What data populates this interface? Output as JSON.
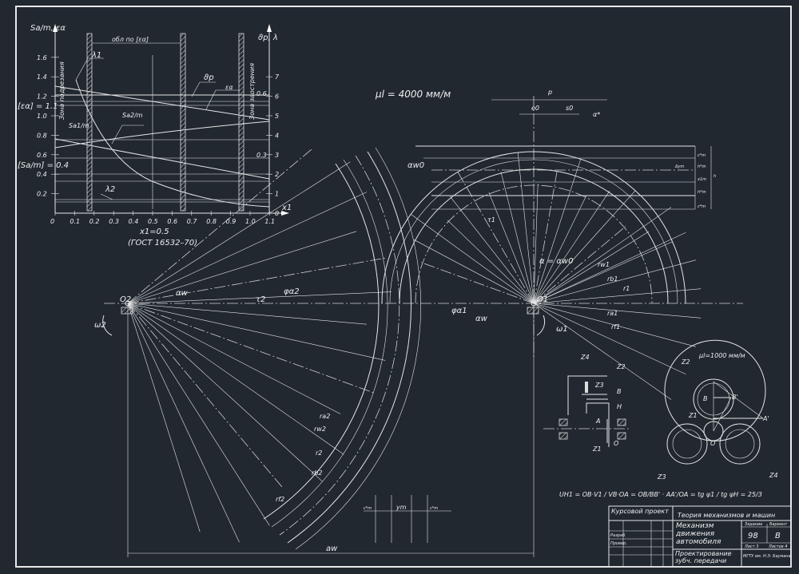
{
  "chart": {
    "y_left_label": "Sa/m, εα",
    "y_right_label": "ϑр, λ",
    "x_label": "x1",
    "y_ticks": [
      "0.2",
      "0.4",
      "0.6",
      "0.8",
      "1.0",
      "1.2",
      "1.4",
      "1.6"
    ],
    "x_ticks": [
      "0",
      "0.1",
      "0.2",
      "0.3",
      "0.4",
      "0.5",
      "0.6",
      "0.7",
      "0.8",
      "0.9",
      "1.0",
      "1.1"
    ],
    "right_ticks": [
      "0",
      "1",
      "2",
      "3",
      "4",
      "5",
      "6",
      "7"
    ],
    "right_extra": [
      "0.6",
      "0.3"
    ],
    "eps_limit": "[εα] = 1.1",
    "sa_limit": "[Sa/m] = 0.4",
    "x1_choice": "x1=0.5",
    "standard": "(ГОСТ 16532–70)",
    "region": "обл по [εα]",
    "zone_undercut": "Зона подрезания",
    "zone_sharp": "Зона заострения",
    "curves": {
      "lambda1": "λ1",
      "lambda2": "λ2",
      "theta": "ϑр",
      "eps": "εα",
      "sa1": "Sa1/m",
      "sa2": "Sa2/m"
    }
  },
  "scale_top": "μl = 4000 мм/м",
  "scale_planet": "μl=1000 мм/м",
  "gear_labels": {
    "o2": "O2",
    "o1": "O1",
    "w2": "ω2",
    "w1": "ω1",
    "aw_left": "αw",
    "tau2": "τ2",
    "phi2": "φα2",
    "phi1": "φα1",
    "aw_right": "αw",
    "tau1": "τ1",
    "alpha_eq": "α = αw0",
    "p": "p",
    "e0": "e0",
    "s0": "s0",
    "alpha_star": "α*",
    "aw0": "αw0",
    "cm_top": "c*m",
    "hm": "h*m",
    "dym": "Δym",
    "xm": "x1m",
    "hm2": "h*m",
    "cm2": "c*m",
    "h": "h",
    "rw1": "rw1",
    "rb1": "rb1",
    "ra1": "ra1",
    "rf1": "rf1",
    "r1": "r1",
    "ra2": "ra2",
    "rw2": "rw2",
    "rb2": "rb2",
    "r2": "r2",
    "rf2": "rf2",
    "cm_b1": "c*m",
    "ym": "ym",
    "cm_b2": "c*m",
    "aw": "aw"
  },
  "planet": {
    "z1": "Z1",
    "z2": "Z2",
    "z3": "Z3",
    "z4": "Z4",
    "a": "A",
    "b": "B",
    "h": "H",
    "o": "O",
    "a2": "A'",
    "b2": "B'",
    "formula": "UH1 = OB·V1 / VB·OA = OB/BB' · AA'/OA = tg ψ1 / tg ψH = 25/3"
  },
  "title_block": {
    "course": "Курсовой проект",
    "subject": "Теория механизмов и машин",
    "title": "Механизм движения автомобиля",
    "subtitle": "Проектирование зубч. передачи",
    "task_label": "Задание",
    "variant_label": "Вариант",
    "task": "98",
    "variant": "В",
    "sheet": "Лист 3",
    "sheets": "Листов 4",
    "dev": "Разраб.",
    "check": "Провер.",
    "org": "МГТУ им. Н.Э. Баумана"
  }
}
